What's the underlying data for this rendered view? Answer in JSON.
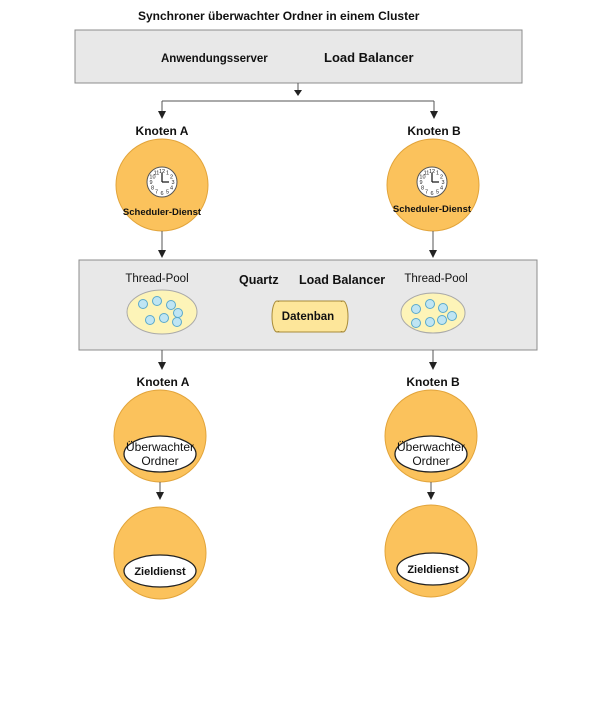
{
  "title": "Synchroner überwachter Ordner in einem Cluster",
  "top_box": {
    "app_server": "Anwendungsserver",
    "load_balancer": "Load Balancer"
  },
  "nodes_top": [
    {
      "label": "Knoten A",
      "service": "Scheduler-Dienst"
    },
    {
      "label": "Knoten B",
      "service": "Scheduler-Dienst"
    }
  ],
  "clock_numbers": [
    "12",
    "1",
    "2",
    "3",
    "4",
    "5",
    "6",
    "7",
    "8",
    "9",
    "10",
    "11"
  ],
  "middle_box": {
    "thread_pool_left": "Thread-Pool",
    "thread_pool_right": "Thread-Pool",
    "quartz": "Quartz",
    "load_balancer": "Load Balancer",
    "database": "Datenban"
  },
  "nodes_middle": [
    {
      "label": "Knoten A",
      "folder_line1": "Überwachter",
      "folder_line2": "Ordner"
    },
    {
      "label": "Knoten B",
      "folder_line1": "Überwachter",
      "folder_line2": "Ordner"
    }
  ],
  "nodes_bottom": [
    {
      "service": "Zieldienst"
    },
    {
      "service": "Zieldienst"
    }
  ],
  "colors": {
    "node_fill": "#fbc25c",
    "node_stroke": "#e2a43a",
    "box_fill": "#e8e8e8",
    "box_stroke": "#8c8c8c",
    "pool_fill": "#fdf4b8",
    "thread_fill": "#bfe5f3",
    "thread_stroke": "#5aa9cc",
    "db_fill": "#fde69a",
    "arrow": "#555555"
  }
}
